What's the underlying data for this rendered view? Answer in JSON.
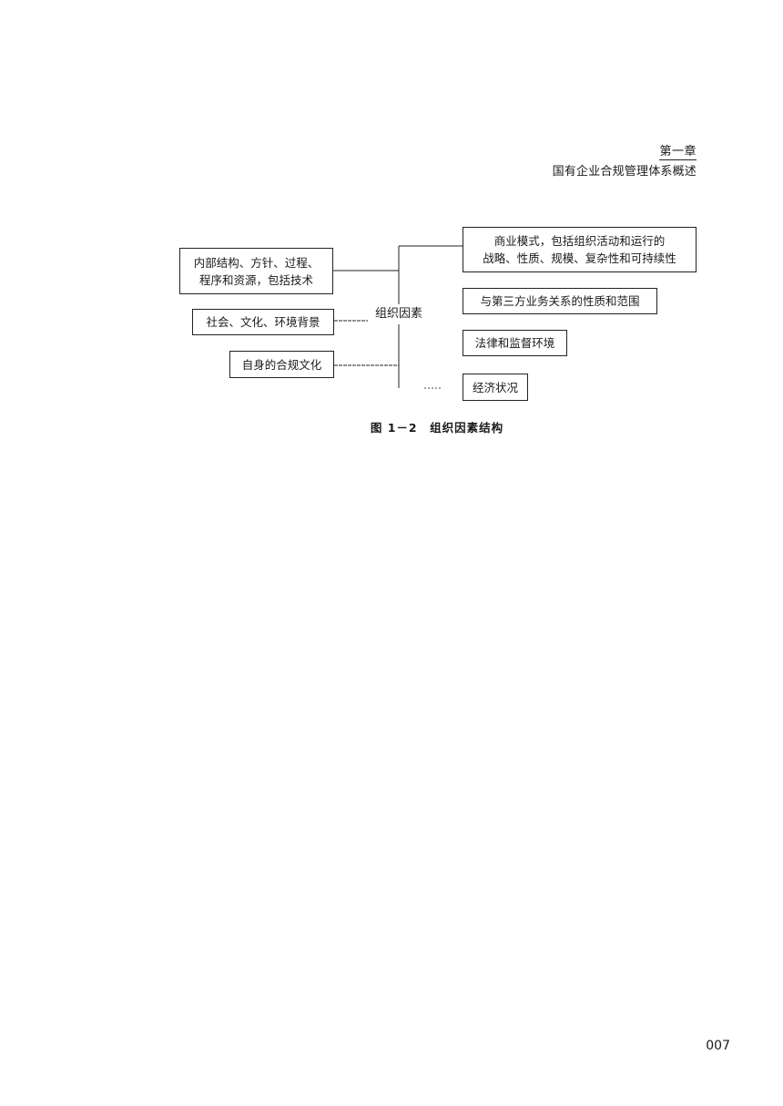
{
  "header": {
    "chapter": "第一章",
    "book_title": "国有企业合规管理体系概述"
  },
  "diagram": {
    "center": "组织因素",
    "left_items": [
      {
        "line1": "内部结构、方针、过程、",
        "line2": "程序和资源，包括技术"
      },
      {
        "line1": "社会、文化、环境背景"
      },
      {
        "line1": "自身的合规文化"
      }
    ],
    "right_items": [
      {
        "line1": "商业模式，包括组织活动和运行的",
        "line2": "战略、性质、规模、复杂性和可持续性"
      },
      {
        "line1": "与第三方业务关系的性质和范围"
      },
      {
        "line1": "法律和监督环境"
      },
      {
        "line1": "经济状况"
      }
    ]
  },
  "caption": "图 1－2　组织因素结构",
  "page_number": "007"
}
